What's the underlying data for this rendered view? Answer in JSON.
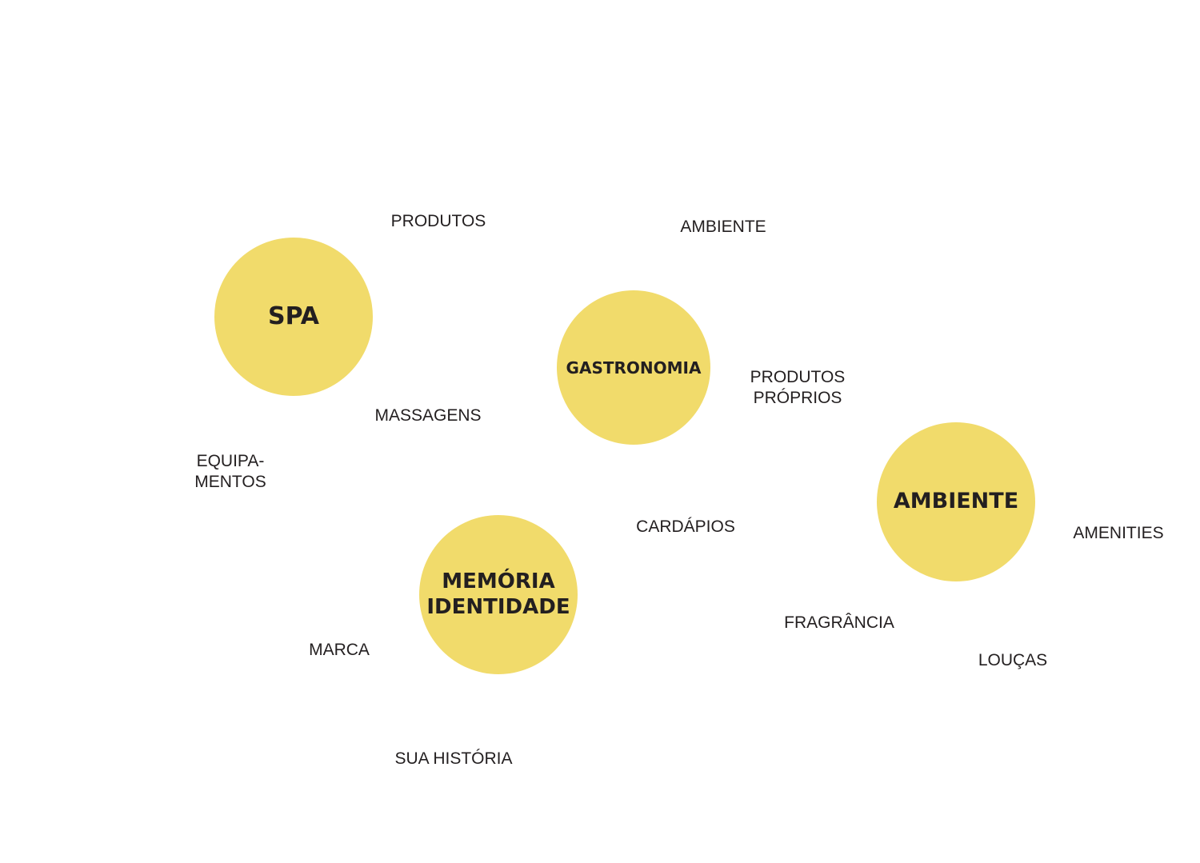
{
  "colors": {
    "circle_fill": "#f1db6b",
    "text": "#231f20",
    "background": "#ffffff"
  },
  "circles": {
    "spa": {
      "lines": [
        "SPA"
      ]
    },
    "gastronomia": {
      "lines": [
        "GASTRONOMIA"
      ]
    },
    "ambiente": {
      "lines": [
        "AMBIENTE"
      ]
    },
    "memoria": {
      "lines": [
        "MEMÓRIA",
        "IDENTIDADE"
      ]
    }
  },
  "labels": {
    "produtos": {
      "lines": [
        "PRODUTOS"
      ]
    },
    "ambiente": {
      "lines": [
        "AMBIENTE"
      ]
    },
    "massagens": {
      "lines": [
        "MASSAGENS"
      ]
    },
    "produtos_proprios": {
      "lines": [
        "PRODUTOS",
        "PRÓPRIOS"
      ]
    },
    "equipamentos": {
      "lines": [
        "EQUIPA-",
        "MENTOS"
      ]
    },
    "cardapios": {
      "lines": [
        "CARDÁPIOS"
      ]
    },
    "amenities": {
      "lines": [
        "AMENITIES"
      ]
    },
    "fragrancia": {
      "lines": [
        "FRAGRÂNCIA"
      ]
    },
    "marca": {
      "lines": [
        "MARCA"
      ]
    },
    "loucas": {
      "lines": [
        "LOUÇAS"
      ]
    },
    "sua_historia": {
      "lines": [
        "SUA HISTÓRIA"
      ]
    }
  }
}
